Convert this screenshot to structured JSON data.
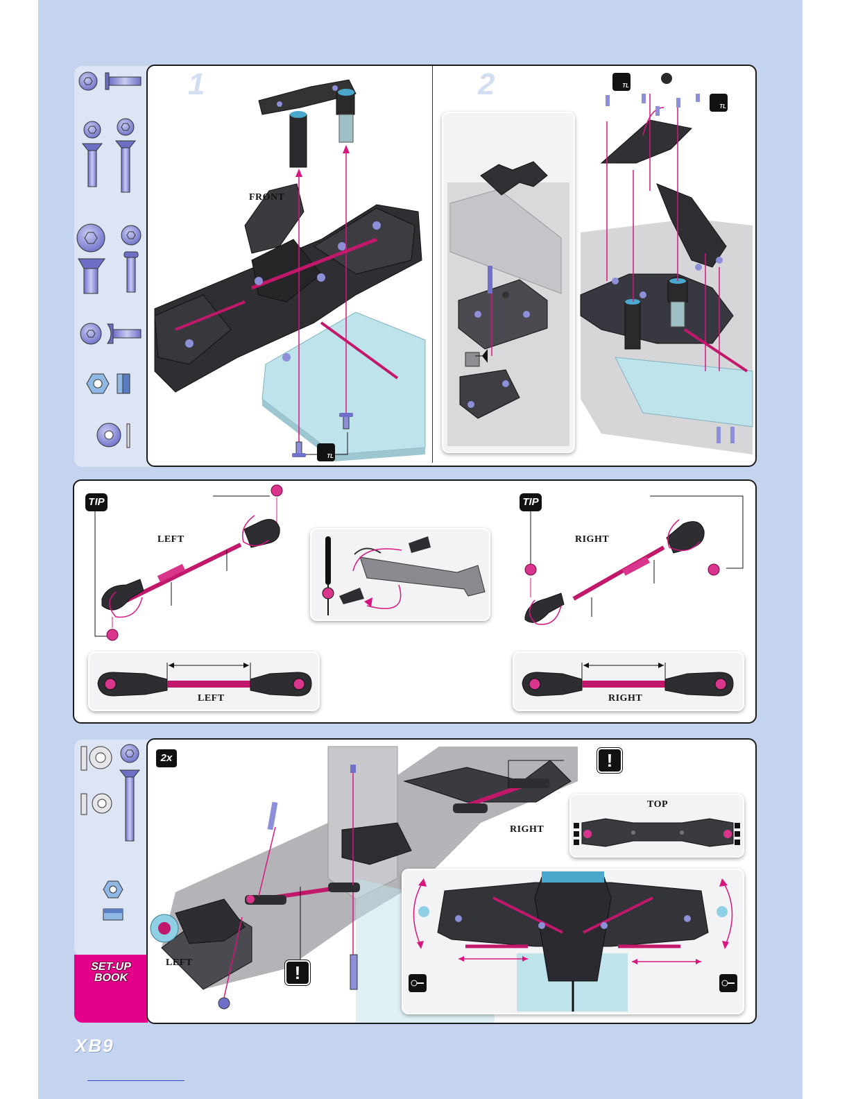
{
  "steps": {
    "step1": "1",
    "step2": "2",
    "qty": "2x"
  },
  "labels": {
    "front": "FRONT",
    "left": "LEFT",
    "right": "RIGHT",
    "top": "TOP"
  },
  "badges": {
    "tip": "TIP",
    "warning": "!",
    "threadlock": "TL"
  },
  "setup_book": [
    "SET-UP",
    "BOOK"
  ],
  "brand": "XB9",
  "colors": {
    "page_bg": "#c4d3ee",
    "sidebar": "#dde5f5",
    "accent_magenta": "#e5008a",
    "link_pink": "#c2186b",
    "screw_blue": "#8d8fd9",
    "plate_cyan": "#bfe3ea"
  }
}
